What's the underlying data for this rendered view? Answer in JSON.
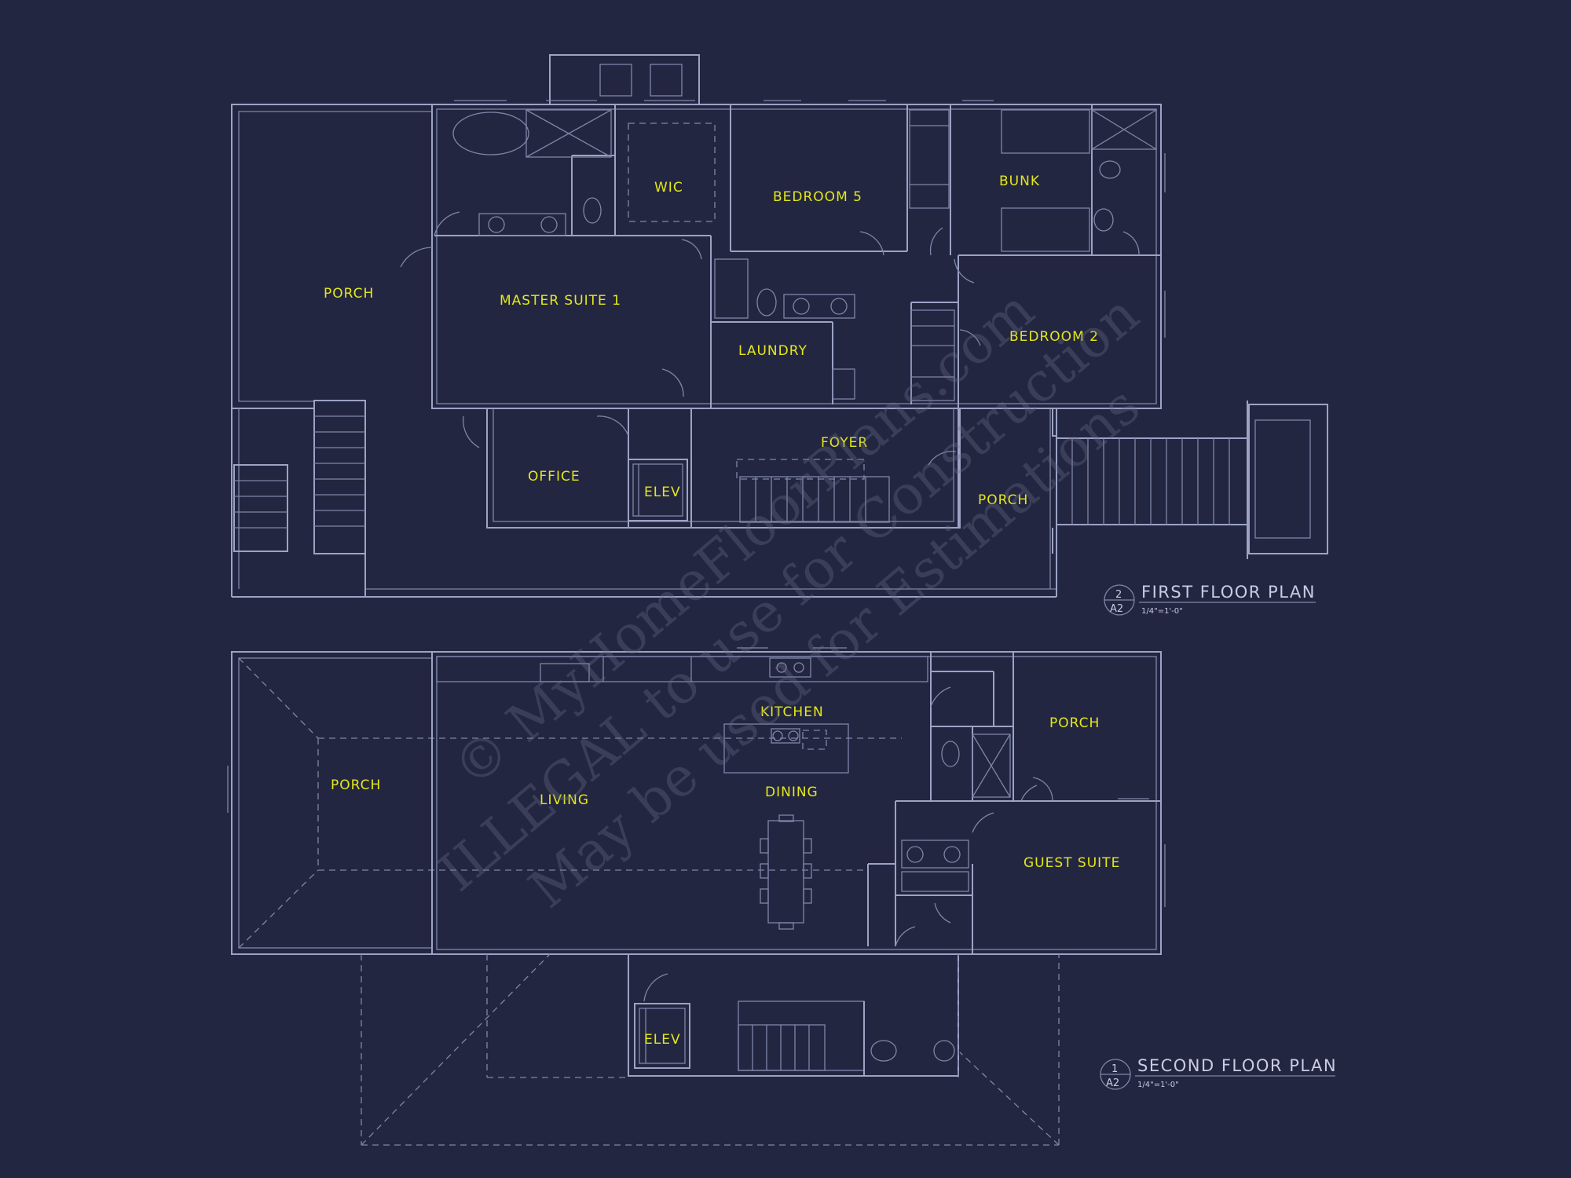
{
  "watermark": {
    "line1": "© MyHomeFloorPlans.com",
    "line2": "ILLEGAL to use for Construction",
    "line3": "May be used for Estimations"
  },
  "first_floor": {
    "title": "FIRST FLOOR PLAN",
    "scale": "1/4\"=1'-0\"",
    "bubble_number": "2",
    "bubble_sheet": "A2",
    "rooms": {
      "porch_west": "PORCH",
      "master_suite": "MASTER SUITE 1",
      "wic": "WIC",
      "bedroom5": "BEDROOM 5",
      "bunk": "BUNK",
      "bedroom2": "BEDROOM 2",
      "laundry": "LAUNDRY",
      "foyer": "FOYER",
      "office": "OFFICE",
      "elev": "ELEV",
      "porch_east": "PORCH"
    }
  },
  "second_floor": {
    "title": "SECOND FLOOR PLAN",
    "scale": "1/4\"=1'-0\"",
    "bubble_number": "1",
    "bubble_sheet": "A2",
    "rooms": {
      "porch_west": "PORCH",
      "living": "LIVING",
      "kitchen": "KITCHEN",
      "dining": "DINING",
      "porch_east": "PORCH",
      "guest_suite": "GUEST SUITE",
      "elev": "ELEV"
    }
  }
}
